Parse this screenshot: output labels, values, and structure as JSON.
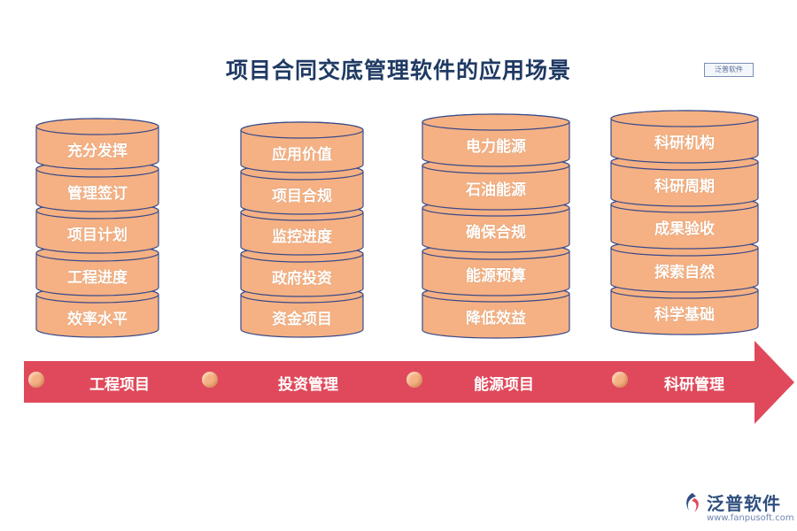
{
  "title": "项目合同交底管理软件的应用场景",
  "top_logo_text": "泛普软件",
  "colors": {
    "disk_fill": "#f5b183",
    "disk_stroke": "#3a4a8a",
    "arrow_fill": "#e0495b",
    "dot_fill": "#f4b183",
    "title": "#1f3a63"
  },
  "columns": [
    {
      "category": "工程项目",
      "items": [
        "充分发挥",
        "管理签订",
        "项目计划",
        "工程进度",
        "效率水平"
      ]
    },
    {
      "category": "投资管理",
      "items": [
        "应用价值",
        "项目合规",
        "监控进度",
        "政府投资",
        "资金项目"
      ]
    },
    {
      "category": "能源项目",
      "items": [
        "电力能源",
        "石油能源",
        "确保合规",
        "能源预算",
        "降低效益"
      ]
    },
    {
      "category": "科研管理",
      "items": [
        "科研机构",
        "科研周期",
        "成果验收",
        "探索自然",
        "科学基础"
      ]
    }
  ],
  "brand": {
    "name": "泛普软件",
    "url": "www.fanpusoft.com"
  }
}
